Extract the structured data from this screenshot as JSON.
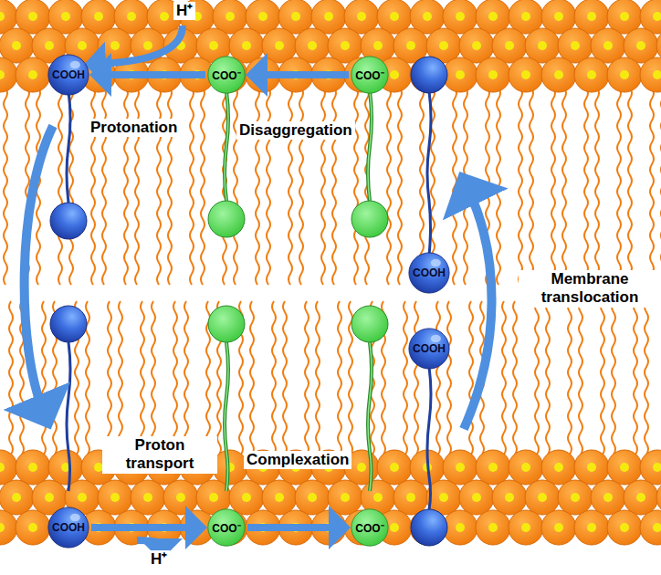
{
  "diagram": {
    "nodes": [
      {
        "text": [
          "COOH"
        ]
      },
      {
        "text": [
          "COO⁻"
        ]
      },
      {
        "text": [
          "COO⁻"
        ]
      },
      {
        "text": [
          "COOH"
        ]
      },
      {
        "text": [
          "COOH"
        ]
      },
      {
        "text": [
          "COOH"
        ]
      },
      {
        "text": [
          "COO⁻"
        ]
      },
      {
        "text": [
          "COO⁻"
        ]
      }
    ],
    "edges": [
      {
        "from": 2,
        "to": 1,
        "arrow": "to"
      },
      {
        "from": 1,
        "to": 0,
        "arrow": "to"
      },
      {
        "from": 5,
        "to": 6,
        "arrow": "to"
      },
      {
        "from": 6,
        "to": 7,
        "arrow": "to"
      }
    ],
    "labels": [
      "H⁺",
      "Protonation",
      "Disaggregation",
      "Membrane translocation",
      "Proton transport",
      "Complexation",
      "H⁺"
    ]
  }
}
